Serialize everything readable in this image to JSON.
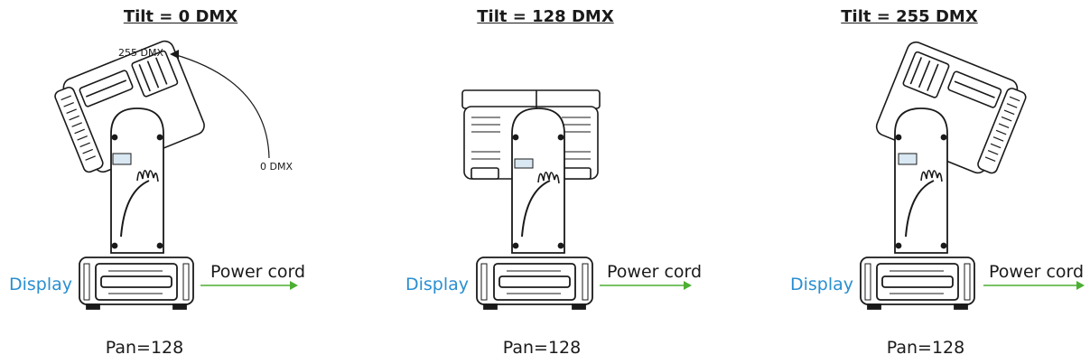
{
  "colors": {
    "display": "#2a8fd0",
    "power_arrow": "#4caf32",
    "line": "#1a1a1a"
  },
  "panels": [
    {
      "title": "Tilt = 0 DMX",
      "pan": "Pan=128",
      "display": "Display",
      "power": "Power cord",
      "arc_top_label": "255 DMX",
      "arc_bottom_label": "0 DMX"
    },
    {
      "title": "Tilt = 128 DMX",
      "pan": "Pan=128",
      "display": "Display",
      "power": "Power cord"
    },
    {
      "title": "Tilt = 255 DMX",
      "pan": "Pan=128",
      "display": "Display",
      "power": "Power cord"
    }
  ]
}
